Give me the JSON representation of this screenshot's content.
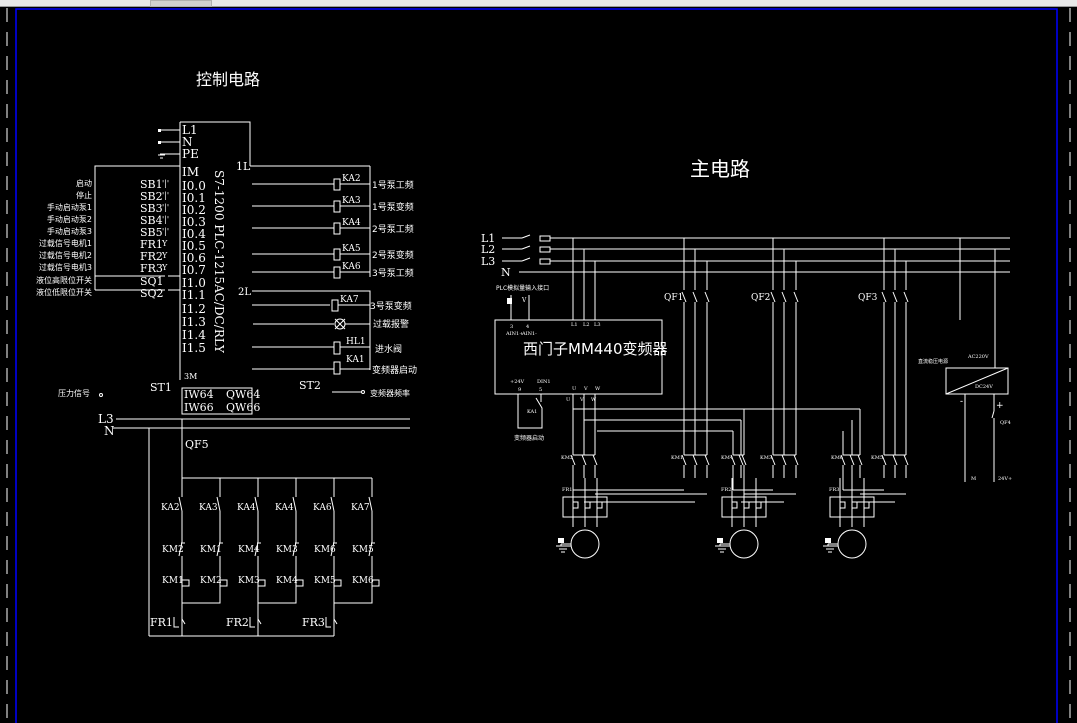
{
  "window": {
    "frame_color": "#0000ff",
    "background": "#000000",
    "line_color": "#ffffff"
  },
  "control": {
    "title": "控制电路",
    "power": [
      "L1",
      "N",
      "PE"
    ],
    "plc_model": "S7-1200 PLC-1215AC/DC/RLY",
    "im_label": "IM",
    "inputs": [
      {
        "desc": "启动",
        "dev": "SB1",
        "addr": "I0.0"
      },
      {
        "desc": "停止",
        "dev": "SB2",
        "addr": "I0.1"
      },
      {
        "desc": "手动启动泵1",
        "dev": "SB3",
        "addr": "I0.2"
      },
      {
        "desc": "手动启动泵2",
        "dev": "SB4",
        "addr": "I0.3"
      },
      {
        "desc": "手动启动泵3",
        "dev": "SB5",
        "addr": "I0.4"
      },
      {
        "desc": "过载信号电机1",
        "dev": "FR1",
        "addr": "I0.5"
      },
      {
        "desc": "过载信号电机2",
        "dev": "FR2",
        "addr": "I0.6"
      },
      {
        "desc": "过载信号电机3",
        "dev": "FR3",
        "addr": "I0.7"
      },
      {
        "desc": "液位高限位开关",
        "dev": "SQ1",
        "addr": "I1.0"
      },
      {
        "desc": "液位低限位开关",
        "dev": "SQ2",
        "addr": "I1.1"
      }
    ],
    "extra_inputs": [
      "I1.2",
      "I1.3",
      "I1.4",
      "I1.5"
    ],
    "common_1L": "1L",
    "common_2L": "2L",
    "common_3M": "3M",
    "outputs": [
      {
        "coil": "KA2",
        "desc": "1号泵工频"
      },
      {
        "coil": "KA3",
        "desc": "1号泵变频"
      },
      {
        "coil": "KA4",
        "desc": "2号泵工频"
      },
      {
        "coil": "KA5",
        "desc": "2号泵变频"
      },
      {
        "coil": "KA6",
        "desc": "3号泵工频"
      },
      {
        "coil": "KA7",
        "desc": "3号泵变频"
      },
      {
        "coil": "",
        "desc": "过载报警"
      },
      {
        "coil": "HL1",
        "desc": "进水阀"
      },
      {
        "coil": "KA1",
        "desc": "变频器启动"
      }
    ],
    "analog": {
      "st1": "ST1",
      "st2": "ST2",
      "in1": "IW64",
      "in2": "IW66",
      "out1": "QW64",
      "out2": "QW66",
      "pressure": "压力信号",
      "freq": "变频器频率"
    },
    "bus": {
      "l3": "L3",
      "n": "N",
      "qf": "QF5"
    },
    "relay_ladder": {
      "top": [
        "KA2",
        "KA3",
        "KA4",
        "KA4",
        "KA6",
        "KA7"
      ],
      "interlock": [
        "KM2",
        "KM1",
        "KM4",
        "KM3",
        "KM6",
        "KM5"
      ],
      "coils": [
        "KM1",
        "KM2",
        "KM3",
        "KM4",
        "KM5",
        "KM6"
      ],
      "overloads": [
        "FR1",
        "FR2",
        "FR3"
      ]
    }
  },
  "main": {
    "title": "主电路",
    "phases": [
      "L1",
      "L2",
      "L3",
      "N"
    ],
    "plc_port": "PLC模拟量输入接口",
    "v_label": "V",
    "vfd": {
      "name": "西门子MM440变频器",
      "t3": "3",
      "t4": "4",
      "ain1p": "AIN1+",
      "ain1m": "AIN1-",
      "l1": "L1",
      "l2": "L2",
      "l3": "L3",
      "p24": "+24V",
      "din1": "DIN1",
      "t9": "9",
      "t5": "5",
      "u": "U",
      "v": "V",
      "w": "W"
    },
    "ka1": "KA1",
    "vfd_start": "变频器启动",
    "breakers": [
      "QF1",
      "QF2",
      "QF3"
    ],
    "contactors": [
      "KM2",
      "KM1",
      "KM4",
      "KM3",
      "KM6",
      "KM5"
    ],
    "overloads": [
      "FR1",
      "FR2",
      "FR3"
    ],
    "psu": {
      "label": "直流稳压电源",
      "ac": "AC220V",
      "dc": "DC24V",
      "minus": "-",
      "plus": "+",
      "qf": "QF4",
      "m": "M",
      "p24": "24V+"
    }
  }
}
